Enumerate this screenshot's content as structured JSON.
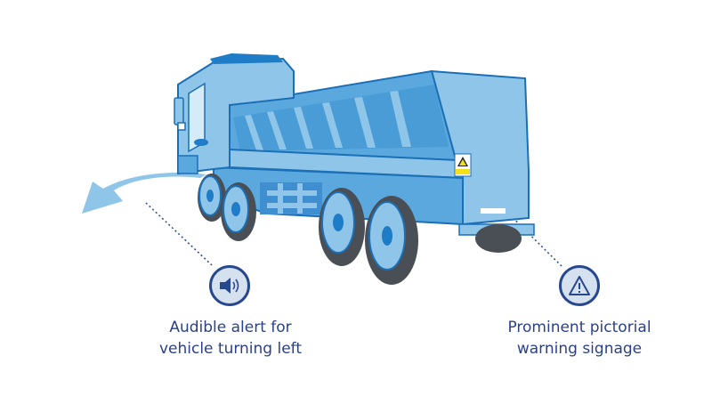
{
  "diagram": {
    "subject": "Tipper truck safety features",
    "colors": {
      "truck_light": "#8ec5e8",
      "truck_mid": "#5aa8de",
      "truck_dark": "#1f7cc7",
      "outline": "#1b6fb6",
      "tyre": "#4a4f55",
      "arrow": "#8ec5e8",
      "callout_stroke": "#27478f",
      "callout_fill": "#d6e1f0",
      "label_text": "#2b3f8c",
      "sign_yellow": "#f3e01a"
    },
    "callouts": [
      {
        "id": "audible-alert",
        "icon": "speaker-icon",
        "line1": "Audible alert for",
        "line2": "vehicle turning left"
      },
      {
        "id": "warning-signage",
        "icon": "warning-triangle-icon",
        "line1": "Prominent pictorial",
        "line2": "warning signage"
      }
    ],
    "turn_arrow": {
      "direction": "left"
    }
  }
}
